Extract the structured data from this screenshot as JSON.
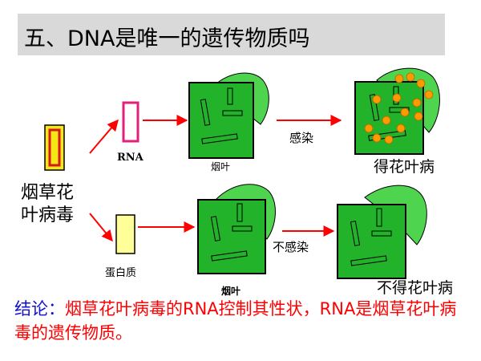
{
  "title": "五、DNA是唯一的遗传物质吗",
  "virus_label_line1": "烟草花",
  "virus_label_line2": "叶病毒",
  "rna_label": "RNA",
  "protein_label": "蛋白质",
  "leaf_label_top": "烟叶",
  "leaf_label_bottom": "烟叶",
  "infect_label": "感染",
  "no_infect_label": "不感染",
  "result_disease": "得花叶病",
  "result_no_disease": "不得花叶病",
  "conclusion": {
    "prefix": "结论：",
    "text": "烟草花叶病毒的RNA控制其性状，RNA是烟草花叶病毒的遗传物质。"
  },
  "colors": {
    "arrow": "#ff0000",
    "leaf_fill": "#22b32a",
    "leaf_light": "#4fd44f",
    "rna_outline": "#e0207a",
    "virus_fill": "#f5e616",
    "protein_fill": "#ffff99",
    "spot": "#ff9900",
    "conclusion_prefix": "#1010d0",
    "conclusion_text": "#ff0000"
  }
}
